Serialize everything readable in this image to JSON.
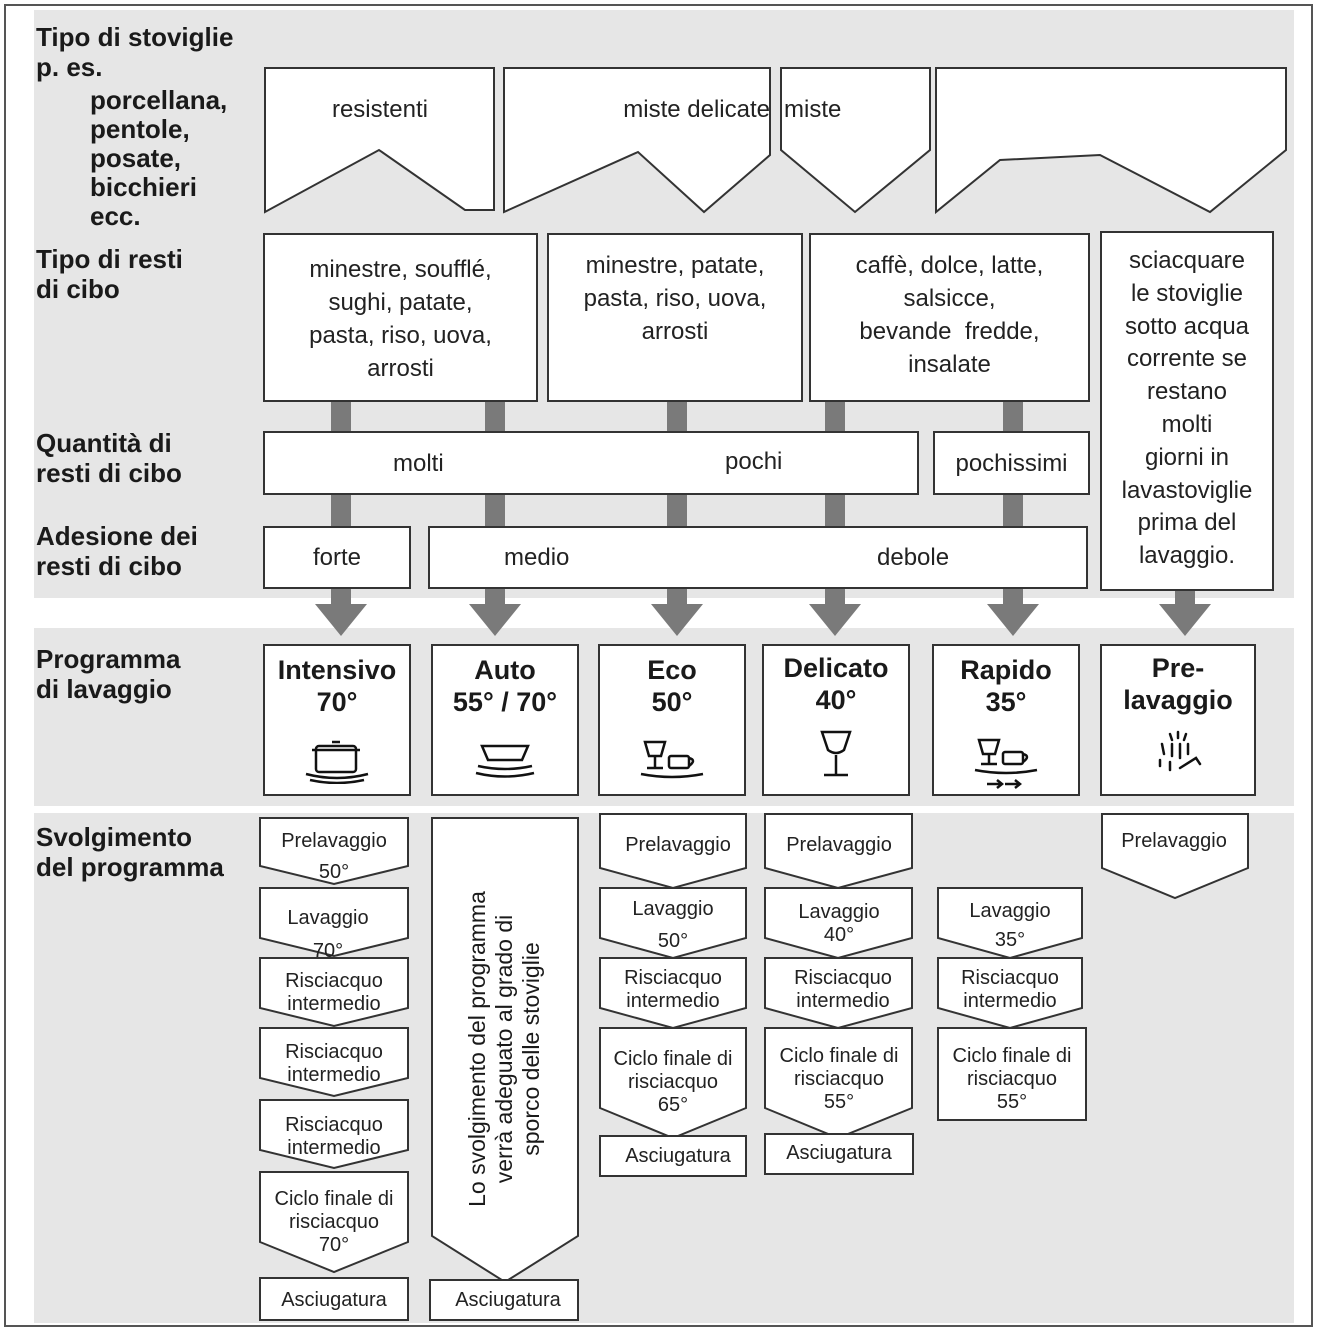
{
  "row_labels": {
    "stoviglie": "Tipo di stoviglie\np. es.",
    "stoviglie_examples": "porcellana,\npentole,\nposate,\nbicchieri\necc.",
    "resti": "Tipo di resti\ndi cibo",
    "quantita": "Quantità di\nresti di cibo",
    "adesione": "Adesione dei\nresti di cibo",
    "programma": "Programma\ndi lavaggio",
    "svolgimento": "Svolgimento\ndel programma"
  },
  "stoviglie_types": {
    "resistenti": "resistenti",
    "miste_delicate": "miste delicate",
    "miste": "miste"
  },
  "food_types": {
    "intensivo": "minestre, soufflé,\nsughi, patate,\npasta, riso, uova,\narrosti",
    "eco": "minestre, patate,\npasta, riso, uova,\narrosti",
    "delicato": "caffè, dolce, latte,\nsalsicce,\nbevande  fredde,\ninsalate",
    "prelavaggio": "sciacquare\nle stoviglie\nsotto acqua\ncorrente se\nrestano\nmolti\ngiorni in\nlavastoviglie\nprima del\nlavaggio."
  },
  "quantity": {
    "molti": "molti",
    "pochi": "pochi",
    "pochissimi": "pochissimi"
  },
  "adhesion": {
    "forte": "forte",
    "medio": "medio",
    "debole": "debole"
  },
  "programs": [
    {
      "name": "Intensivo",
      "temp": "70°",
      "icon": "pot-icon"
    },
    {
      "name": "Auto",
      "temp": "55° / 70°",
      "icon": "plates-icon"
    },
    {
      "name": "Eco",
      "temp": "50°",
      "icon": "glass-cup-icon"
    },
    {
      "name": "Delicato",
      "temp": "40°",
      "icon": "wine-glass-icon"
    },
    {
      "name": "Rapido",
      "temp": "35°",
      "icon": "glass-cup-fast-icon"
    },
    {
      "name": "Pre-\nlavaggio",
      "temp": "",
      "icon": "water-spray-icon"
    }
  ],
  "steps": {
    "intensivo": [
      "Prelavaggio\n50°",
      "Lavaggio\n70°",
      "Risciacquo\nintermedio",
      "Risciacquo\nintermedio",
      "Risciacquo\nintermedio",
      "Ciclo finale di\nrisciacquo\n70°",
      "Asciugatura"
    ],
    "auto_note": "Lo svolgimento del programma\nverrà adeguato al grado di\nsporco delle stoviglie",
    "auto_final": "Asciugatura",
    "eco": [
      "Prelavaggio",
      "Lavaggio\n50°",
      "Risciacquo\nintermedio",
      "Ciclo finale di\nrisciacquo\n65°",
      "Asciugatura"
    ],
    "delicato": [
      "Prelavaggio",
      "Lavaggio\n40°",
      "Risciacquo\nintermedio",
      "Ciclo finale di\nrisciacquo\n55°",
      "Asciugatura"
    ],
    "rapido": [
      "Lavaggio\n35°",
      "Risciacquo\nintermedio",
      "Ciclo finale di\nrisciacquo\n55°"
    ],
    "prelavaggio": [
      "Prelavaggio"
    ]
  },
  "colors": {
    "band": "#e6e6e6",
    "arrow": "#7a7a7a",
    "border": "#333333"
  }
}
